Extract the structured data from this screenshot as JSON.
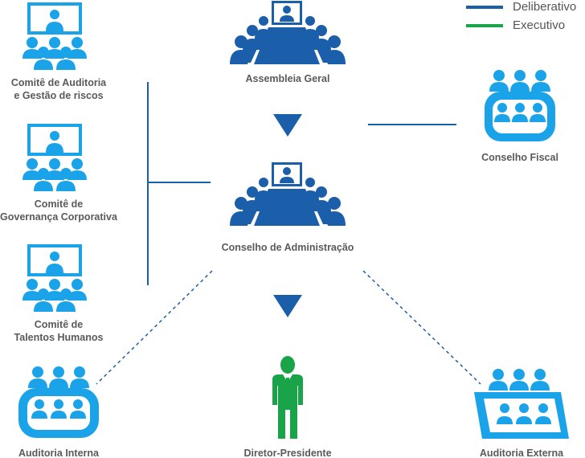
{
  "colors": {
    "deliberativo": "#1b5ea9",
    "executivo": "#1aa44a",
    "light_blue": "#1aa3e8",
    "dark_blue": "#1b5ea9",
    "label_text": "#5a5a5a"
  },
  "legend": {
    "deliberativo": "Deliberativo",
    "executivo": "Executivo"
  },
  "nodes": {
    "assembleia": {
      "label": "Assembleia Geral",
      "icon": "boardroom-icon"
    },
    "conselho_adm": {
      "label": "Conselho de Administração",
      "icon": "boardroom-icon"
    },
    "conselho_fiscal": {
      "label": "Conselho Fiscal",
      "icon": "group-meeting-icon"
    },
    "comite_auditoria": {
      "line1": "Comitê de Auditoria",
      "line2": "e Gestão de riscos",
      "icon": "presentation-icon"
    },
    "comite_governanca": {
      "line1": "Comitê de",
      "line2": "Governança Corporativa",
      "icon": "presentation-icon"
    },
    "comite_talentos": {
      "line1": "Comitê de",
      "line2": "Talentos Humanos",
      "icon": "presentation-icon"
    },
    "auditoria_interna": {
      "label": "Auditoria Interna",
      "icon": "group-meeting-icon"
    },
    "diretor": {
      "label": "Diretor-Presidente",
      "icon": "executive-icon"
    },
    "auditoria_externa": {
      "label": "Auditoria Externa",
      "icon": "group-meeting-icon"
    }
  }
}
